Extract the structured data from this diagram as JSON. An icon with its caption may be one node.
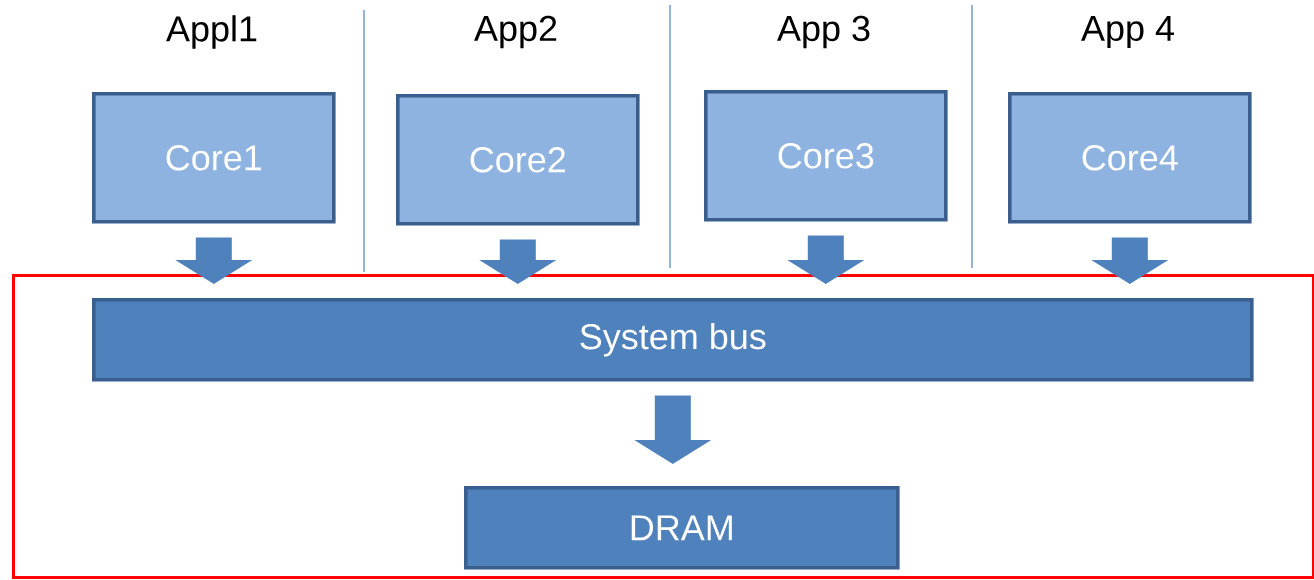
{
  "diagram": {
    "nodes": [
      {
        "text": [
          "Core1"
        ],
        "beside": [
          "Appl1"
        ]
      },
      {
        "text": [
          "Core2"
        ],
        "beside": [
          "App2"
        ]
      },
      {
        "text": [
          "Core3"
        ],
        "beside": [
          "App 3"
        ]
      },
      {
        "text": [
          "Core4"
        ],
        "beside": [
          "App 4"
        ]
      },
      {
        "text": [],
        "shape": "box"
      },
      {
        "text": [
          "System bus"
        ],
        "in": 4
      },
      {
        "text": [
          "DRAM"
        ],
        "in": 4
      }
    ],
    "edges": [
      {
        "from": 0,
        "to": 5,
        "arrow": "to"
      },
      {
        "from": 1,
        "to": 5,
        "arrow": "to"
      },
      {
        "from": 2,
        "to": 5,
        "arrow": "to"
      },
      {
        "from": 3,
        "to": 5,
        "arrow": "to"
      },
      {
        "from": 5,
        "to": 6,
        "arrow": "to"
      }
    ]
  }
}
